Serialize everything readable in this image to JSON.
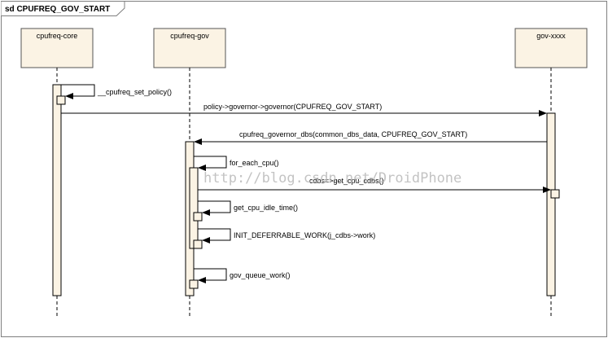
{
  "frame": {
    "label": "sd CPUFREQ_GOV_START"
  },
  "lifelines": {
    "core": {
      "label": "cpufreq-core"
    },
    "gov": {
      "label": "cpufreq-gov"
    },
    "xxxx": {
      "label": "gov-xxxx"
    }
  },
  "messages": {
    "set_policy": "__cpufreq_set_policy()",
    "governor_start": "policy->governor->governor(CPUFREQ_GOV_START)",
    "governor_dbs": "cpufreq_governor_dbs(common_dbs_data, CPUFREQ_GOV_START)",
    "for_each_cpu": "for_each_cpu()",
    "get_cpu_cdbs": "cdbs=>get_cpu_cdbs()",
    "get_cpu_idle_time": "get_cpu_idle_time()",
    "init_deferrable_work": "INIT_DEFERRABLE_WORK(j_cdbs->work)",
    "gov_queue_work": "gov_queue_work()"
  },
  "watermark": "http://blog.csdn.net/DroidPhone",
  "colors": {
    "lifeline_fill": "#fbf3e4",
    "frame_border": "#7f7f7f",
    "line": "#000000"
  }
}
